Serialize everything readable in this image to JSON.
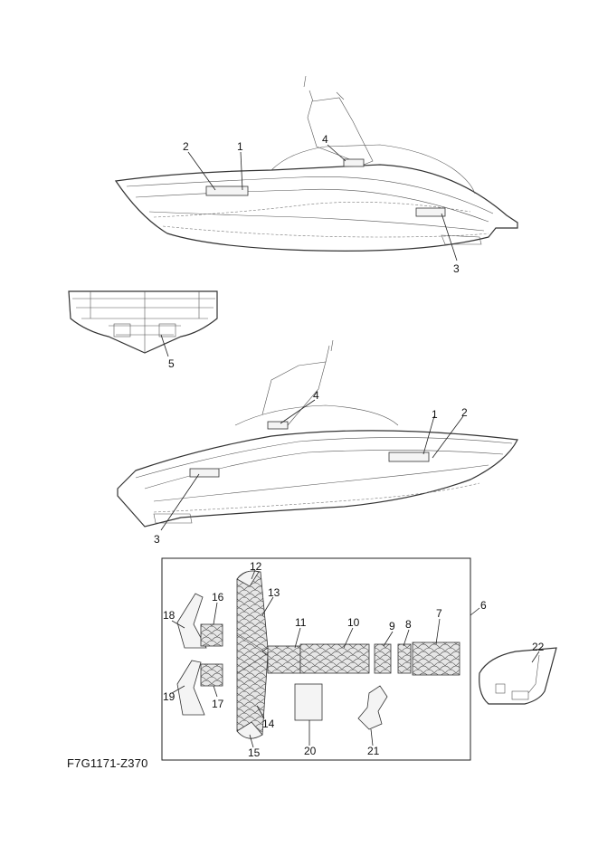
{
  "drawing_code": "F7G1171-Z370",
  "callouts": {
    "top_1": "1",
    "top_2": "2",
    "top_3": "3",
    "top_4": "4",
    "stern_5": "5",
    "mid_1": "1",
    "mid_2": "2",
    "mid_3": "3",
    "mid_4": "4",
    "kit_6": "6",
    "kit_7": "7",
    "kit_8": "8",
    "kit_9": "9",
    "kit_10": "10",
    "kit_11": "11",
    "kit_12": "12",
    "kit_13": "13",
    "kit_14": "14",
    "kit_15": "15",
    "kit_16": "16",
    "kit_17": "17",
    "kit_18": "18",
    "kit_19": "19",
    "kit_20": "20",
    "kit_21": "21",
    "kit_22": "22"
  }
}
